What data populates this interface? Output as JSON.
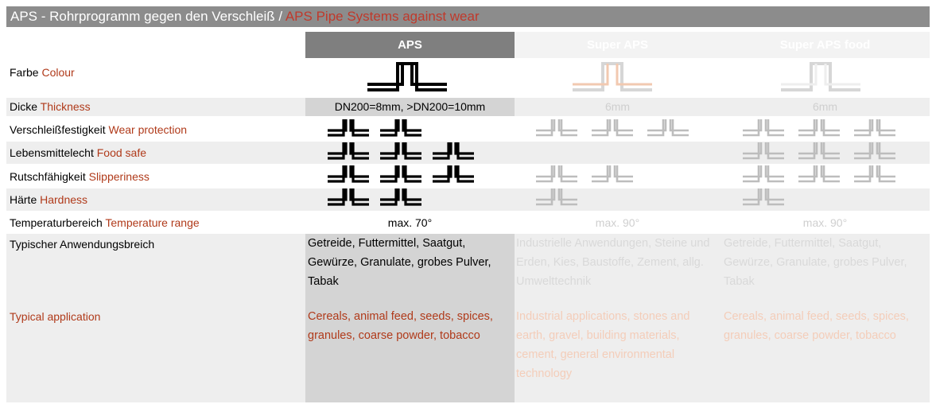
{
  "title": {
    "de": "APS - Rohrprogramm gegen den Verschleiß / ",
    "en": "APS Pipe Systems against wear"
  },
  "columns": [
    "APS",
    "Super APS",
    "Super APS food"
  ],
  "rows": {
    "colour": {
      "de": "Farbe ",
      "en": "Colour"
    },
    "thickness": {
      "de": "Dicke ",
      "en": "Thickness",
      "values": [
        "DN200=8mm, >DN200=10mm",
        "6mm",
        "6mm"
      ]
    },
    "wear": {
      "de": "Verschleißfestigkeit ",
      "en": "Wear protection",
      "ratings": [
        2,
        3,
        3
      ]
    },
    "food": {
      "de": "Lebensmittelecht ",
      "en": "Food safe",
      "ratings": [
        3,
        0,
        3
      ]
    },
    "slip": {
      "de": "Rutschfähigkeit ",
      "en": "Slipperiness",
      "ratings": [
        3,
        2,
        3
      ]
    },
    "hardness": {
      "de": "Härte ",
      "en": "Hardness",
      "ratings": [
        2,
        1,
        1
      ]
    },
    "temperature": {
      "de": "Temperaturbereich ",
      "en": "Temperature range",
      "values": [
        "max. 70°",
        "max. 90°",
        "max. 90°"
      ]
    },
    "application": {
      "de": "Typischer Anwendungsbreich",
      "en": "Typical application",
      "values_de": [
        "Getreide, Futtermittel, Saatgut, Gewürze, Granulate, grobes Pulver, Tabak",
        "Industrielle Anwendungen, Steine und Erden, Kies, Baustoffe, Zement, allg. Umwelttechnik",
        "Getreide, Futtermittel, Saatgut, Gewürze, Granulate, grobes Pulver, Tabak"
      ],
      "values_en": [
        "Cereals, animal feed, seeds, spices, granules, coarse powder, tobacco",
        "Industrial applications, stones and earth, gravel, building materials, cement, general environmental technology",
        "Cereals, animal feed, seeds, spices, granules, coarse powder, tobacco"
      ]
    }
  },
  "icons": {
    "pipe": "pipe-tee-icon"
  },
  "colors": {
    "accent": "#b03a1a",
    "aps": "#000000",
    "super": "#bdbdbd",
    "super_inner": "#f2c9b0",
    "food_inner": "#ffffff"
  }
}
